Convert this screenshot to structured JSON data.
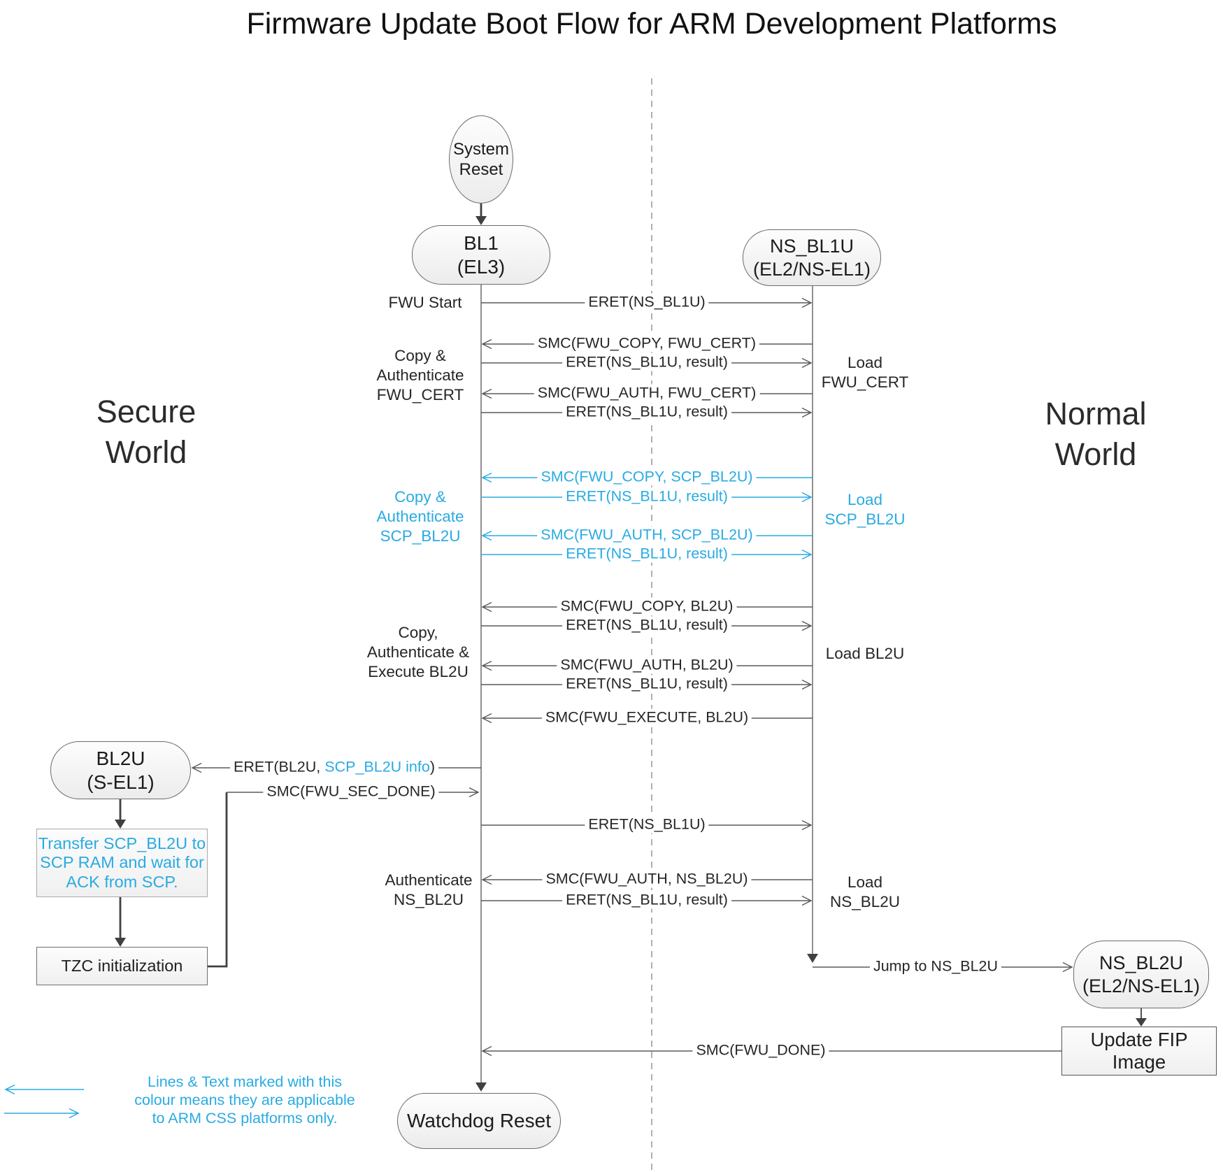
{
  "title": "Firmware Update Boot Flow for ARM Development Platforms",
  "regions": {
    "secure": [
      "Secure",
      "World"
    ],
    "normal": [
      "Normal",
      "World"
    ]
  },
  "nodes": {
    "system_reset": [
      "System",
      "Reset"
    ],
    "bl1": [
      "BL1",
      "(EL3)"
    ],
    "ns_bl1u": [
      "NS_BL1U",
      "(EL2/NS-EL1)"
    ],
    "bl2u": [
      "BL2U",
      "(S-EL1)"
    ],
    "ns_bl2u": [
      "NS_BL2U",
      "(EL2/NS-EL1)"
    ],
    "watchdog": "Watchdog Reset",
    "transfer_scp": [
      "Transfer SCP_BL2U to",
      "SCP RAM and wait for",
      "ACK from SCP."
    ],
    "tzc": "TZC initialization",
    "update_fip": "Update FIP Image"
  },
  "messages": [
    {
      "label": "ERET(NS_BL1U)"
    },
    {
      "label": "SMC(FWU_COPY, FWU_CERT)"
    },
    {
      "label": "ERET(NS_BL1U, result)"
    },
    {
      "label": "SMC(FWU_AUTH, FWU_CERT)"
    },
    {
      "label": "ERET(NS_BL1U, result)"
    },
    {
      "label": "SMC(FWU_COPY, SCP_BL2U)"
    },
    {
      "label": "ERET(NS_BL1U, result)"
    },
    {
      "label": "SMC(FWU_AUTH, SCP_BL2U)"
    },
    {
      "label": "ERET(NS_BL1U, result)"
    },
    {
      "label": "SMC(FWU_COPY, BL2U)"
    },
    {
      "label": "ERET(NS_BL1U, result)"
    },
    {
      "label": "SMC(FWU_AUTH, BL2U)"
    },
    {
      "label": "ERET(NS_BL1U, result)"
    },
    {
      "label": "SMC(FWU_EXECUTE, BL2U)"
    },
    {
      "label": "SMC(FWU_SEC_DONE)"
    },
    {
      "label": "ERET(NS_BL1U)"
    },
    {
      "label": "SMC(FWU_AUTH, NS_BL2U)"
    },
    {
      "label": "ERET(NS_BL1U, result)"
    },
    {
      "label": "Jump to NS_BL2U"
    },
    {
      "label": "SMC(FWU_DONE)"
    }
  ],
  "eret_bl2u": {
    "prefix": "ERET(BL2U, ",
    "highlight": "SCP_BL2U info",
    "suffix": ")"
  },
  "side_labels": {
    "fwu_start": "FWU Start",
    "copy_auth_fwu_cert": [
      "Copy &",
      "Authenticate",
      "FWU_CERT"
    ],
    "copy_auth_scp_bl2u": [
      "Copy &",
      "Authenticate",
      "SCP_BL2U"
    ],
    "copy_auth_exec_bl2u": [
      "Copy,",
      "Authenticate &",
      "Execute BL2U"
    ],
    "auth_ns_bl2u": [
      "Authenticate",
      "NS_BL2U"
    ],
    "load_fwu_cert": [
      "Load",
      "FWU_CERT"
    ],
    "load_scp_bl2u": [
      "Load",
      "SCP_BL2U"
    ],
    "load_bl2u": "Load BL2U",
    "load_ns_bl2u": [
      "Load",
      "NS_BL2U"
    ]
  },
  "legend": {
    "lines": [
      "Lines & Text marked with this",
      "colour means they are applicable",
      "to ARM CSS platforms only."
    ]
  },
  "colors": {
    "accent_blue": "#29abe2",
    "line_gray": "#595959"
  }
}
